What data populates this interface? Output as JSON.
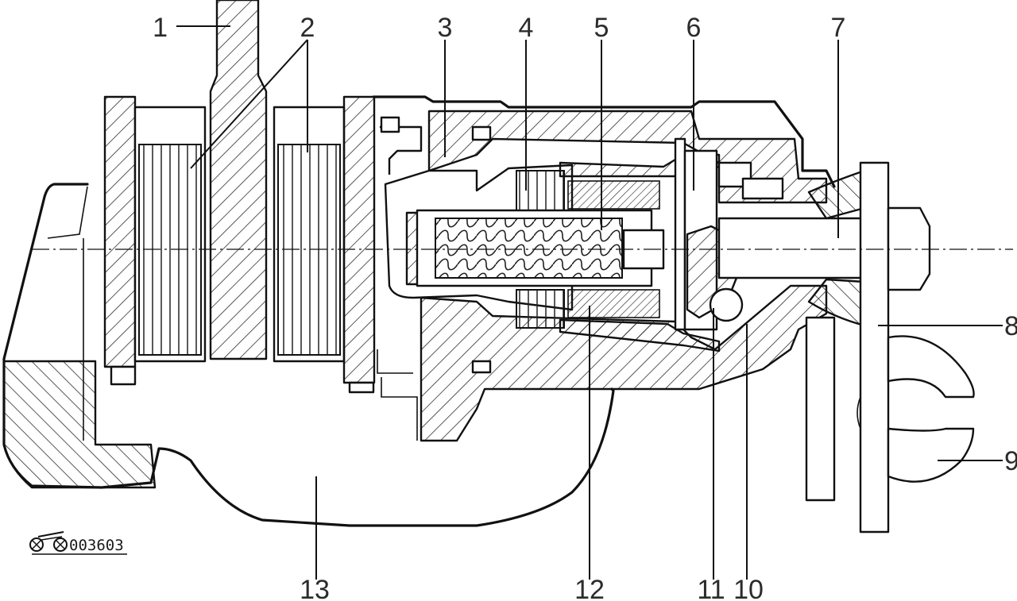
{
  "diagram": {
    "callouts": [
      {
        "id": "c1",
        "label": "1"
      },
      {
        "id": "c2",
        "label": "2"
      },
      {
        "id": "c3",
        "label": "3"
      },
      {
        "id": "c4",
        "label": "4"
      },
      {
        "id": "c5",
        "label": "5"
      },
      {
        "id": "c6",
        "label": "6"
      },
      {
        "id": "c7",
        "label": "7"
      },
      {
        "id": "c8",
        "label": "8"
      },
      {
        "id": "c9",
        "label": "9"
      },
      {
        "id": "c10",
        "label": "10"
      },
      {
        "id": "c11",
        "label": "11"
      },
      {
        "id": "c12",
        "label": "12"
      },
      {
        "id": "c13",
        "label": "13"
      }
    ],
    "figure_code": "003603"
  }
}
